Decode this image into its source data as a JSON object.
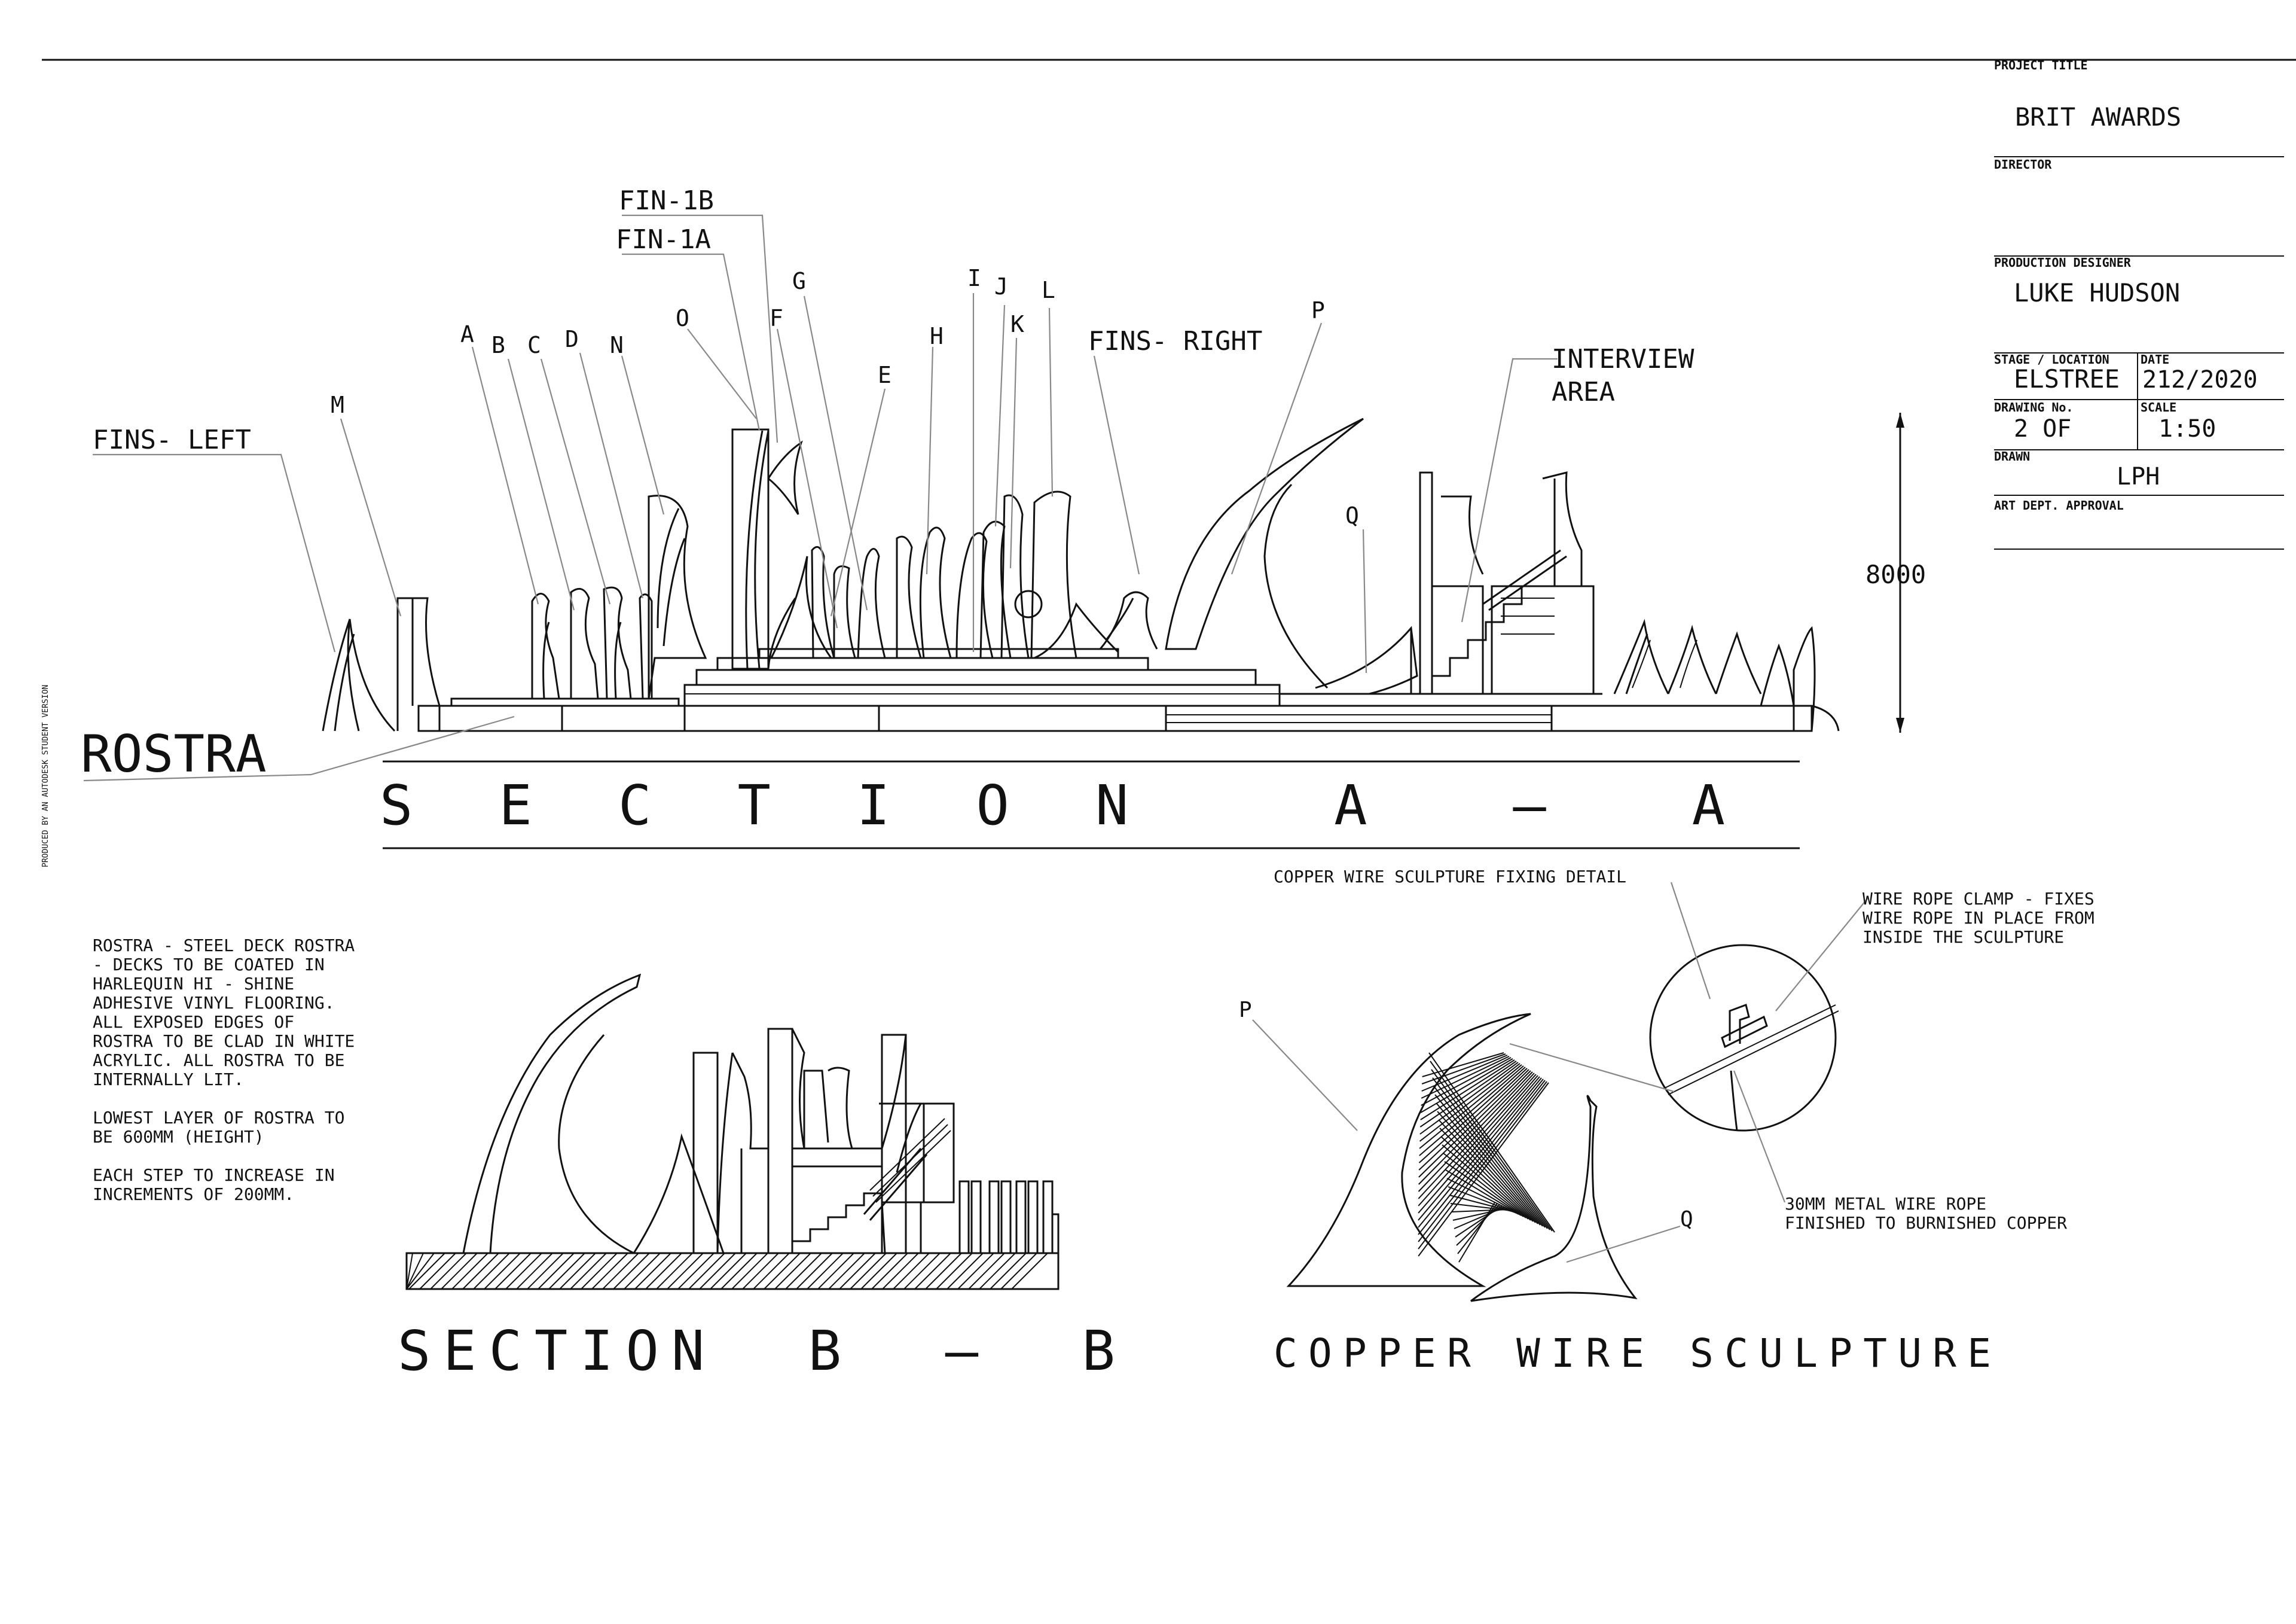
{
  "title_block": {
    "project_title_label": "PROJECT TITLE",
    "project_title": "BRIT AWARDS",
    "director_label": "DIRECTOR",
    "production_designer_label": "PRODUCTION DESIGNER",
    "production_designer": "LUKE HUDSON",
    "stage_location_label": "STAGE / LOCATION",
    "stage_location": "ELSTREE",
    "date_label": "DATE",
    "date": "212/2020",
    "drawing_no_label": "DRAWING No.",
    "drawing_no": "2 OF",
    "scale_label": "SCALE",
    "scale": "1:50",
    "drawn_label": "DRAWN",
    "drawn": "LPH",
    "art_dept_label": "ART DEPT. APPROVAL"
  },
  "watermark": "PRODUCED BY AN AUTODESK STUDENT VERSION",
  "section_aa": {
    "title": "S E C T I O N   A  –  A",
    "rostra_label": "ROSTRA",
    "fins_left_label": "FINS- LEFT",
    "fins_right_label": "FINS- RIGHT",
    "fin_1b_label": "FIN-1B",
    "fin_1a_label": "FIN-1A",
    "interview_label_1": "INTERVIEW",
    "interview_label_2": "AREA",
    "dimension": "8000",
    "letters": {
      "A": "A",
      "B": "B",
      "C": "C",
      "D": "D",
      "N": "N",
      "O": "O",
      "F": "F",
      "G": "G",
      "E": "E",
      "H": "H",
      "I": "I",
      "J": "J",
      "K": "K",
      "L": "L",
      "M": "M",
      "P": "P",
      "Q": "Q"
    }
  },
  "notes": {
    "lines": [
      "ROSTRA - STEEL DECK ROSTRA",
      "- DECKS TO BE COATED IN",
      "HARLEQUIN HI - SHINE",
      "ADHESIVE VINYL FLOORING.",
      "ALL EXPOSED EDGES OF",
      "ROSTRA TO BE CLAD IN WHITE",
      "ACRYLIC. ALL ROSTRA TO BE",
      "INTERNALLY LIT.",
      "",
      "LOWEST LAYER OF ROSTRA TO",
      "BE 600MM (HEIGHT)",
      "",
      "EACH STEP TO INCREASE IN",
      "INCREMENTS OF 200MM."
    ]
  },
  "section_bb": {
    "title": "SECTION  B  –  B"
  },
  "sculpture": {
    "title": "COPPER WIRE SCULPTURE",
    "fixing_detail_label": "COPPER WIRE SCULPTURE FIXING DETAIL",
    "clamp_note_1": "WIRE ROPE CLAMP - FIXES",
    "clamp_note_2": "WIRE ROPE IN PLACE FROM",
    "clamp_note_3": "INSIDE THE SCULPTURE",
    "rope_note_1": "30MM METAL WIRE ROPE",
    "rope_note_2": "FINISHED TO BURNISHED COPPER",
    "p_label": "P",
    "q_label": "Q"
  }
}
